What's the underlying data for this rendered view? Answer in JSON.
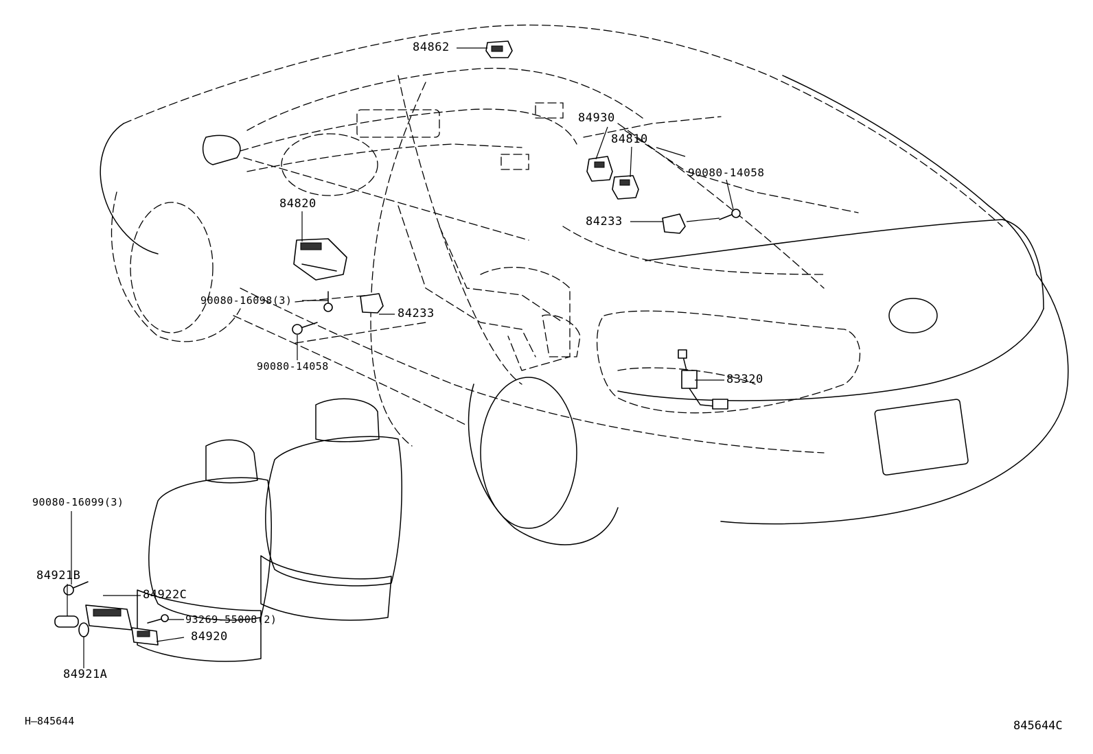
{
  "labels": {
    "p84862": "84862",
    "p84930": "84930",
    "p84810": "84810",
    "p90080_14058_top": "90080-14058",
    "p84233_top": "84233",
    "p84820": "84820",
    "p90080_16098": "90080-16098(3)",
    "p84233_mid": "84233",
    "p90080_14058_mid": "90080-14058",
    "p83320": "83320",
    "p90080_16099": "90080-16099(3)",
    "p84921B": "84921B",
    "p84922C": "84922C",
    "p93269": "93269-55008(2)",
    "p84920": "84920",
    "p84921A": "84921A"
  },
  "footer": {
    "left_ref": "H—845644",
    "right_ref": "845644C"
  }
}
